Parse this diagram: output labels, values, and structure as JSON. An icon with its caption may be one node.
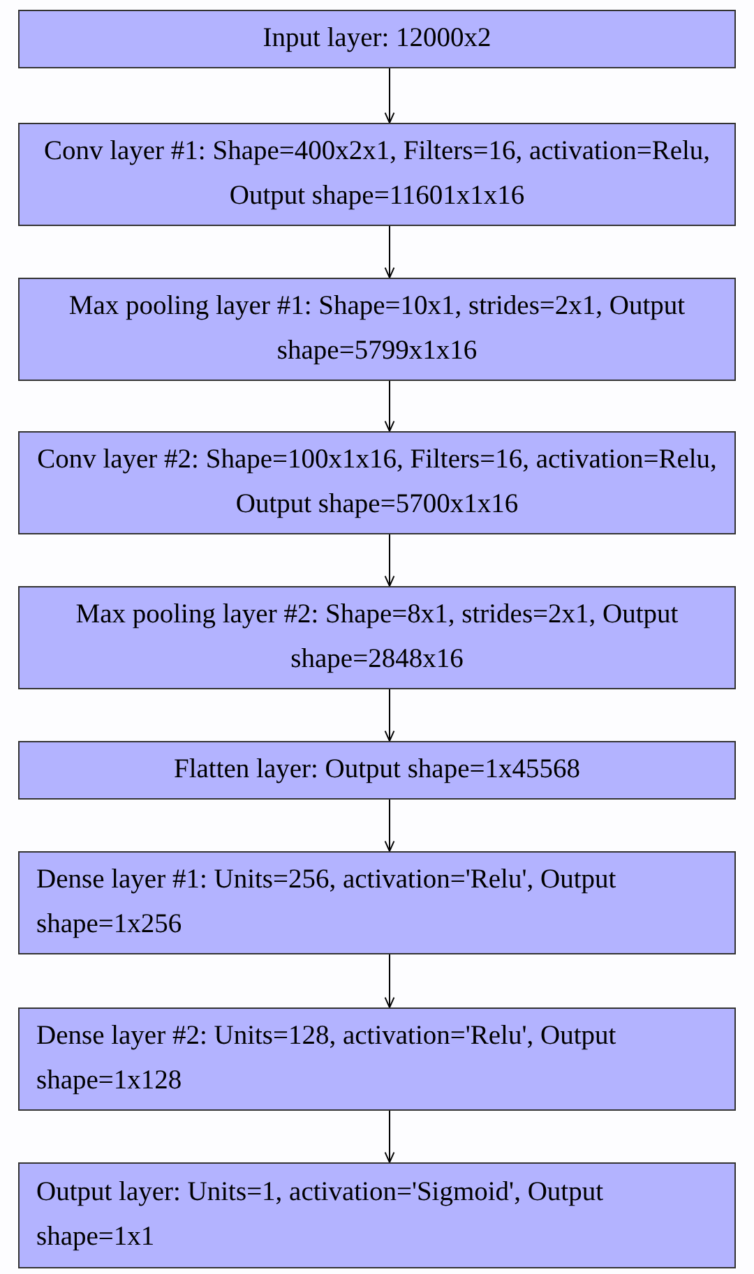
{
  "diagram": {
    "nodes": [
      {
        "text": [
          "Input layer: 12000x2"
        ]
      },
      {
        "text": [
          "Conv layer #1: Shape=400x2x1, Filters=16, activation=Relu, Output shape=11601x1x16"
        ]
      },
      {
        "text": [
          "Max pooling layer #1: Shape=10x1, strides=2x1, Output shape=5799x1x16"
        ]
      },
      {
        "text": [
          "Conv layer #2: Shape=100x1x16, Filters=16, activation=Relu, Output shape=5700x1x16"
        ]
      },
      {
        "text": [
          "Max pooling layer #2: Shape=8x1, strides=2x1, Output shape=2848x16"
        ]
      },
      {
        "text": [
          "Flatten layer: Output shape=1x45568"
        ]
      },
      {
        "text": [
          "Dense layer #1: Units=256, activation='Relu', Output shape=1x256"
        ]
      },
      {
        "text": [
          "Dense layer #2: Units=128, activation='Relu', Output shape=1x128"
        ]
      },
      {
        "text": [
          "Output layer: Units=1, activation='Sigmoid', Output shape=1x1"
        ]
      }
    ],
    "edges": [
      {
        "from": 0,
        "to": 1,
        "arrow": "to"
      },
      {
        "from": 1,
        "to": 2,
        "arrow": "to"
      },
      {
        "from": 2,
        "to": 3,
        "arrow": "to"
      },
      {
        "from": 3,
        "to": 4,
        "arrow": "to"
      },
      {
        "from": 4,
        "to": 5,
        "arrow": "to"
      },
      {
        "from": 5,
        "to": 6,
        "arrow": "to"
      },
      {
        "from": 6,
        "to": 7,
        "arrow": "to"
      },
      {
        "from": 7,
        "to": 8,
        "arrow": "to"
      }
    ]
  }
}
